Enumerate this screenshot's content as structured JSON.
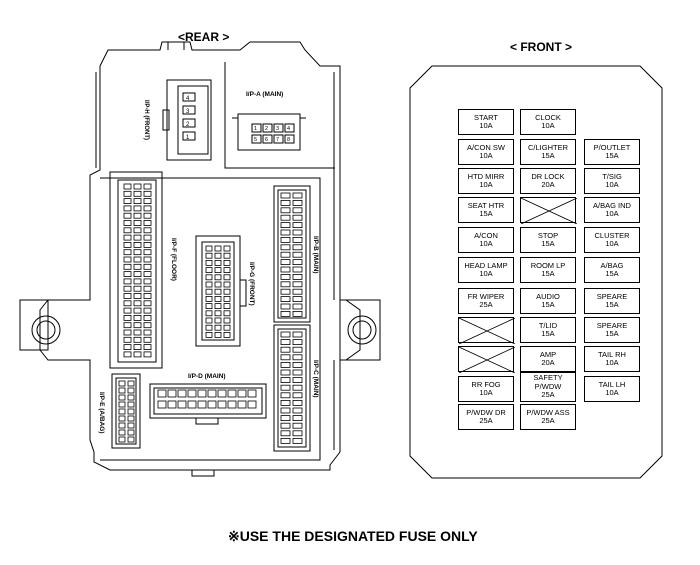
{
  "rear": {
    "title": "<REAR >",
    "connectors": {
      "ip_a": "I/P-A (MAIN)",
      "ip_h": "I/P-H (FRONT)",
      "ip_f": "I/P-F (FLOOR)",
      "ip_g": "I/P-G (FRONT)",
      "ip_b": "I/P-B (MAIN)",
      "ip_c": "I/P-C (MAIN)",
      "ip_d": "I/P-D (MAIN)",
      "ip_e": "I/P-E (A/BAG)"
    },
    "ip_a_pins_top": [
      "1",
      "2",
      "3",
      "4"
    ],
    "ip_a_pins_bottom": [
      "5",
      "6",
      "7",
      "8"
    ],
    "ip_h_pins": [
      "4",
      "3",
      "2",
      "1"
    ]
  },
  "front": {
    "title": "< FRONT >",
    "fuses": [
      {
        "id": "start",
        "lines": [
          "START",
          "10A"
        ]
      },
      {
        "id": "clock",
        "lines": [
          "CLOCK",
          "10A"
        ]
      },
      {
        "id": "empty-0",
        "lines": [],
        "hidden": true
      },
      {
        "id": "acon-sw",
        "lines": [
          "A/CON SW",
          "10A"
        ]
      },
      {
        "id": "c-lighter",
        "lines": [
          "C/LIGHTER",
          "15A"
        ]
      },
      {
        "id": "p-outlet",
        "lines": [
          "P/OUTLET",
          "15A"
        ]
      },
      {
        "id": "htd-mirr",
        "lines": [
          "HTD MIRR",
          "10A"
        ]
      },
      {
        "id": "dr-lock",
        "lines": [
          "DR  LOCK",
          "20A"
        ]
      },
      {
        "id": "t-sig",
        "lines": [
          "T/SIG",
          "10A"
        ]
      },
      {
        "id": "seat-htr",
        "lines": [
          "SEAT HTR",
          "15A"
        ]
      },
      {
        "id": "spare-x-1",
        "lines": [],
        "crossed": true
      },
      {
        "id": "abag-ind",
        "lines": [
          "A/BAG IND",
          "10A"
        ]
      },
      {
        "id": "acon",
        "lines": [
          "A/CON",
          "10A"
        ]
      },
      {
        "id": "stop",
        "lines": [
          "STOP",
          "15A"
        ]
      },
      {
        "id": "cluster",
        "lines": [
          "CLUSTER",
          "10A"
        ]
      },
      {
        "id": "head-lamp",
        "lines": [
          "HEAD LAMP",
          "10A"
        ]
      },
      {
        "id": "room-lp",
        "lines": [
          "ROOM LP",
          "15A"
        ]
      },
      {
        "id": "abag",
        "lines": [
          "A/BAG",
          "15A"
        ]
      },
      {
        "id": "fr-wiper",
        "lines": [
          "FR WIPER",
          "25A"
        ]
      },
      {
        "id": "audio",
        "lines": [
          "AUDIO",
          "15A"
        ]
      },
      {
        "id": "speare-1",
        "lines": [
          "SPEARE",
          "15A"
        ]
      },
      {
        "id": "spare-x-2",
        "lines": [],
        "crossed": true
      },
      {
        "id": "t-lid",
        "lines": [
          "T/LID",
          "15A"
        ]
      },
      {
        "id": "speare-2",
        "lines": [
          "SPEARE",
          "15A"
        ]
      },
      {
        "id": "spare-x-3",
        "lines": [],
        "crossed": true
      },
      {
        "id": "amp",
        "lines": [
          "AMP",
          "20A"
        ]
      },
      {
        "id": "tail-rh",
        "lines": [
          "TAIL RH",
          "10A"
        ]
      },
      {
        "id": "rr-fog",
        "lines": [
          "RR FOG",
          "10A"
        ]
      },
      {
        "id": "safety-pwdw",
        "lines": [
          "SAFETY",
          "P/WDW",
          "25A"
        ]
      },
      {
        "id": "tail-lh",
        "lines": [
          "TAIL LH",
          "10A"
        ]
      },
      {
        "id": "pwdw-dr",
        "lines": [
          "P/WDW DR",
          "25A"
        ]
      },
      {
        "id": "pwdw-ass",
        "lines": [
          "P/WDW ASS",
          "25A"
        ]
      }
    ]
  },
  "note": "※USE THE DESIGNATED FUSE ONLY",
  "colors": {
    "line": "#000000",
    "background": "#ffffff"
  }
}
